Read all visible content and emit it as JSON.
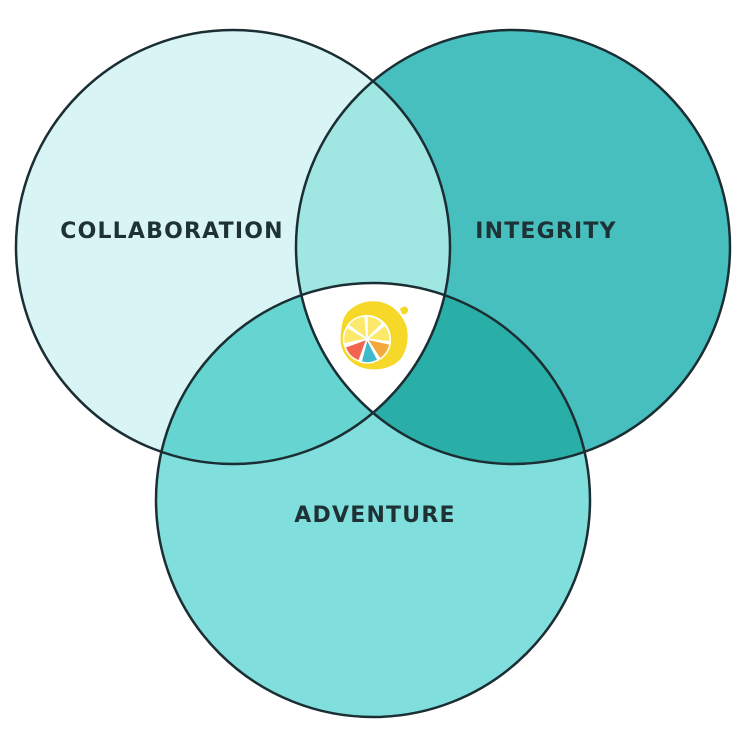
{
  "sets": [
    {
      "id": "collaboration",
      "label": "COLLABORATION",
      "color": "#d8f4f4"
    },
    {
      "id": "integrity",
      "label": "INTEGRITY",
      "color": "#48bfbf"
    },
    {
      "id": "adventure",
      "label": "ADVENTURE",
      "color": "#80dedd"
    }
  ],
  "intersections": {
    "collaboration_integrity": "#a0e6e3",
    "collaboration_adventure": "#66d4d0",
    "integrity_adventure": "#2aaea8",
    "all_three": "#ffffff"
  },
  "outline_color": "#1b2e33",
  "center_logo": {
    "name": "lemon-icon",
    "colors": {
      "peel": "#f6d829",
      "pulp": "#fce96b",
      "red": "#f2654e",
      "blue": "#3fb9cc",
      "orange": "#f3a83b"
    }
  }
}
